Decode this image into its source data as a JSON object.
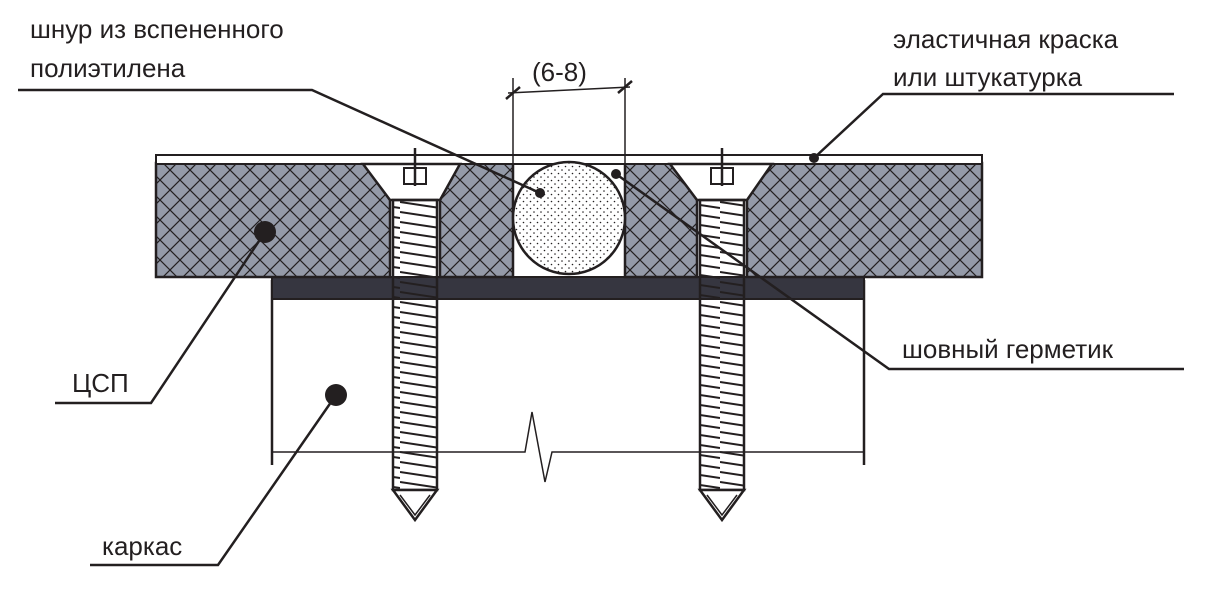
{
  "labels": {
    "cord_line1": "шнур из вспененного",
    "cord_line2": "полиэтилена",
    "paint_line1": "эластичная краска",
    "paint_line2": "или штукатурка",
    "gap_dimension": "(6-8)",
    "sealant": "шовный герметик",
    "board": "ЦСП",
    "frame": "каркас"
  },
  "colors": {
    "board_fill": "#949aa8",
    "strip_fill": "#363640",
    "line": "#231f20",
    "cord_fill": "#ffffff"
  }
}
